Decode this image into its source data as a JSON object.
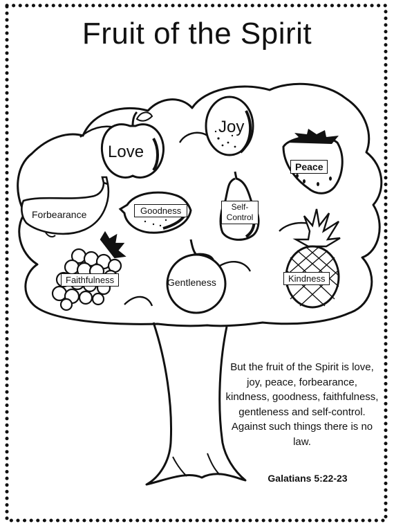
{
  "title": "Fruit of the Spirit",
  "fruits": {
    "love": "Love",
    "joy": "Joy",
    "peace": "Peace",
    "forbearance": "Forbearance",
    "goodness": "Goodness",
    "self_control": "Self-Control",
    "faithfulness": "Faithfulness",
    "gentleness": "Gentleness",
    "kindness": "Kindness"
  },
  "verse": {
    "text": "But the fruit of the Spirit is love, joy, peace, forbearance, kindness, goodness, faithfulness, gentleness and self-control. Against such things there is no law.",
    "reference": "Galatians 5:22-23"
  }
}
